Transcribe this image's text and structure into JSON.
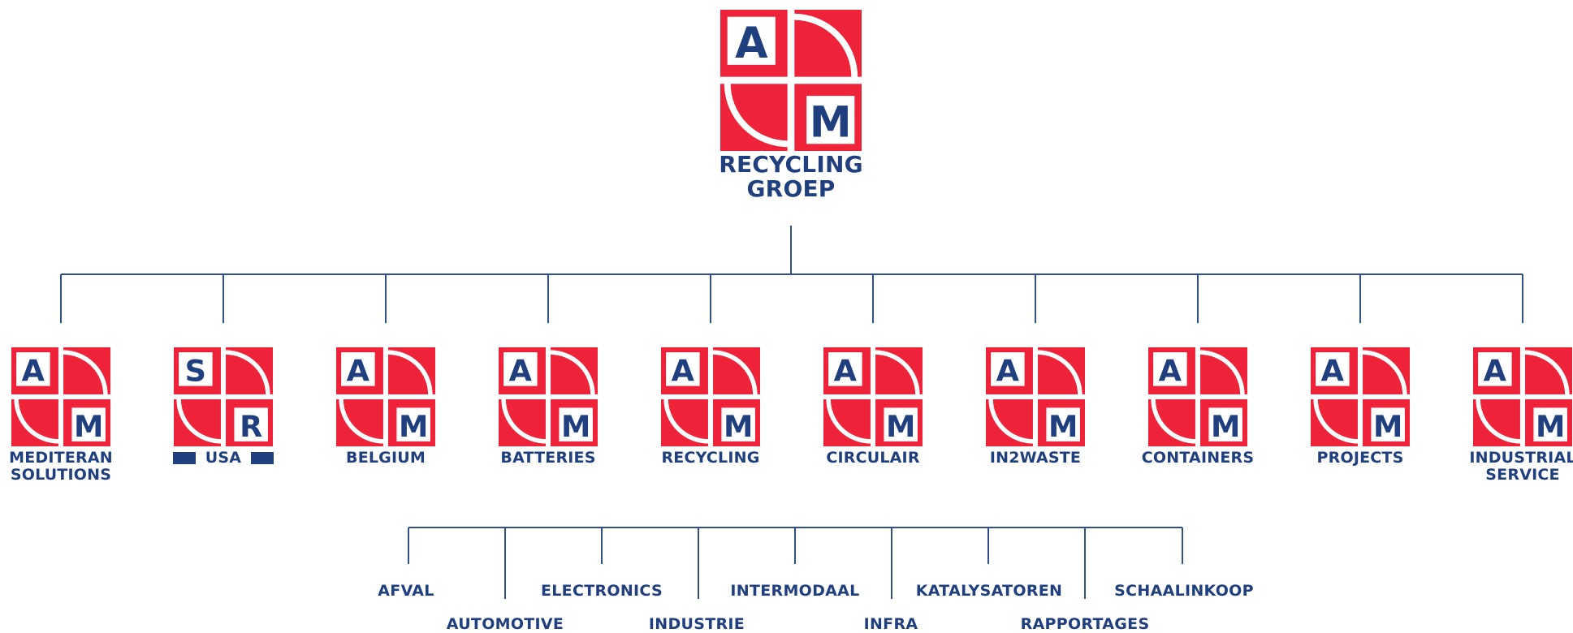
{
  "colors": {
    "red": "#ee2238",
    "navy": "#1f3f7f",
    "line": "#2f4f8f"
  },
  "root": {
    "letters": [
      "A",
      "M"
    ],
    "caption_line1": "RECYCLING",
    "caption_line2": "GROEP"
  },
  "divisions": [
    {
      "letters": [
        "A",
        "M"
      ],
      "line1": "MEDITERAN",
      "line2": "SOLUTIONS"
    },
    {
      "letters": [
        "S",
        "R"
      ],
      "line1": "USA",
      "line2": "",
      "bars": true
    },
    {
      "letters": [
        "A",
        "M"
      ],
      "line1": "BELGIUM",
      "line2": ""
    },
    {
      "letters": [
        "A",
        "M"
      ],
      "line1": "BATTERIES",
      "line2": ""
    },
    {
      "letters": [
        "A",
        "M"
      ],
      "line1": "RECYCLING",
      "line2": ""
    },
    {
      "letters": [
        "A",
        "M"
      ],
      "line1": "CIRCULAIR",
      "line2": ""
    },
    {
      "letters": [
        "A",
        "M"
      ],
      "line1": "IN2WASTE",
      "line2": ""
    },
    {
      "letters": [
        "A",
        "M"
      ],
      "line1": "CONTAINERS",
      "line2": ""
    },
    {
      "letters": [
        "A",
        "M"
      ],
      "line1": "PROJECTS",
      "line2": ""
    },
    {
      "letters": [
        "A",
        "M"
      ],
      "line1": "INDUSTRIAL",
      "line2": "SERVICE"
    }
  ],
  "sub_units": [
    "AFVAL",
    "AUTOMOTIVE",
    "ELECTRONICS",
    "INDUSTRIE",
    "INTERMODAAL",
    "INFRA",
    "KATALYSATOREN",
    "RAPPORTAGES",
    "SCHAALINKOOP"
  ]
}
